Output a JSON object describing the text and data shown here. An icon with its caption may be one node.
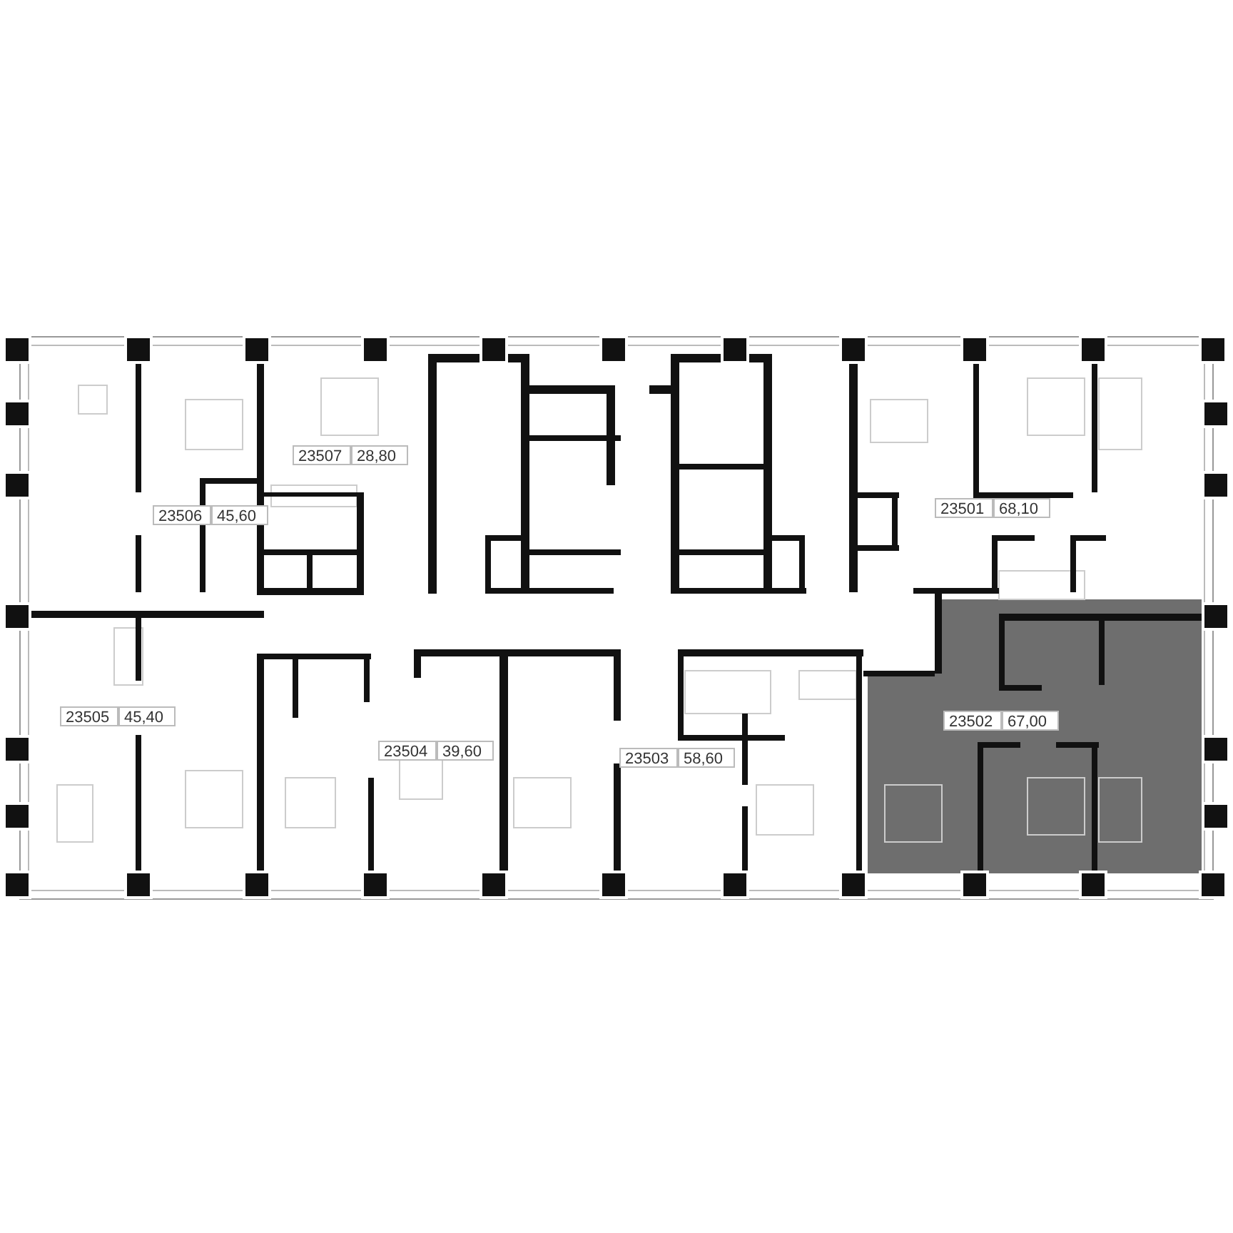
{
  "diagram": {
    "labels": [
      "23507",
      "28,80",
      "23501",
      "68,10",
      "23506",
      "45,60",
      "23505",
      "45,40",
      "23502",
      "67,00",
      "23504",
      "39,60",
      "23503",
      "58,60"
    ]
  }
}
